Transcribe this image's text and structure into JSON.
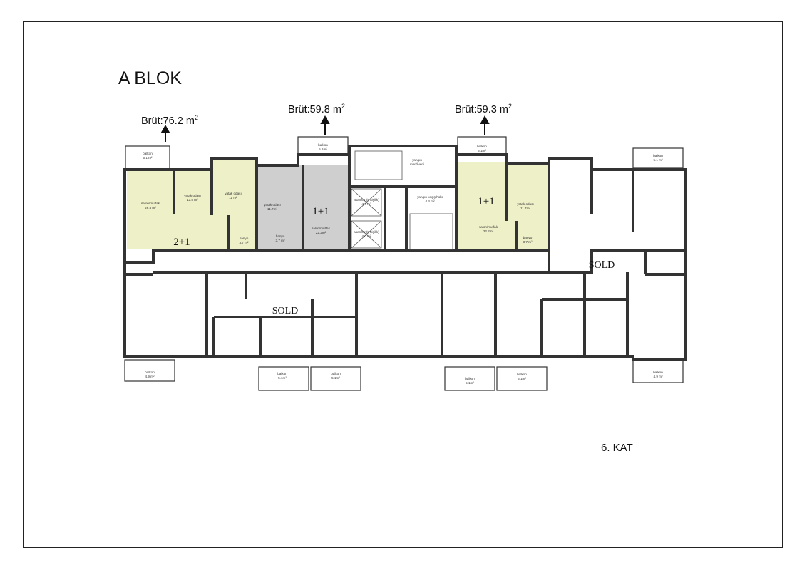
{
  "title": "A BLOK",
  "floor": "6. KAT",
  "units": [
    {
      "brut_label": "Brüt:76.2 m",
      "sup": "2",
      "type": "2+1",
      "color": "#eef0c8"
    },
    {
      "brut_label": "Brüt:59.8 m",
      "sup": "2",
      "type": "1+1",
      "color": "#cfcfcf"
    },
    {
      "brut_label": "Brüt:59.3 m",
      "sup": "2",
      "type": "1+1",
      "color": "#eef0c8"
    }
  ],
  "sold_labels": [
    "SOLD",
    "SOLD"
  ],
  "rooms": {
    "balkon_a": [
      "balkon",
      "5.1 m²"
    ],
    "salon_a": [
      "salon/mutfak",
      "26.8 m²"
    ],
    "yatak_a1": [
      "yatak odası",
      "11.5 m²"
    ],
    "yatak_a2": [
      "yatak odası",
      "11 m²"
    ],
    "banyo_a": [
      "banyo",
      "3.7 m²"
    ],
    "balkon_b": [
      "balkon",
      "5.1m²"
    ],
    "yatak_b": [
      "yatak odası",
      "11.7m²"
    ],
    "banyo_b": [
      "banyo",
      "3.7 m²"
    ],
    "salon_b": [
      "salon/mutfak",
      "22.2m²"
    ],
    "yangin_merdiveni": [
      "yangın",
      "merdiveni"
    ],
    "yangin_holu": [
      "yangın kaçış holü",
      "4.4 m²"
    ],
    "asansor_1": [
      "asansör (8 kişilik)",
      "4.0 m²"
    ],
    "asansor_2": [
      "asansör (8 kişilik)",
      "4.0 m²"
    ],
    "balkon_c": [
      "balkon",
      "5.1m²"
    ],
    "salon_c": [
      "salon/mutfak",
      "22.2m²"
    ],
    "yatak_c": [
      "yatak odası",
      "11.7m²"
    ],
    "banyo_c": [
      "banyo",
      "3.7 m²"
    ],
    "balkon_d": [
      "balkon",
      "5.1 m²"
    ],
    "balkon_e": [
      "balkon",
      "4.9 m²"
    ],
    "balkon_f": [
      "balkon",
      "5.1m²"
    ],
    "balkon_g": [
      "balkon",
      "5.1m²"
    ],
    "balkon_h": [
      "balkon",
      "5.1m²"
    ],
    "balkon_i": [
      "balkon",
      "5.1m²"
    ],
    "balkon_j": [
      "balkon",
      "4.9 m²"
    ]
  }
}
